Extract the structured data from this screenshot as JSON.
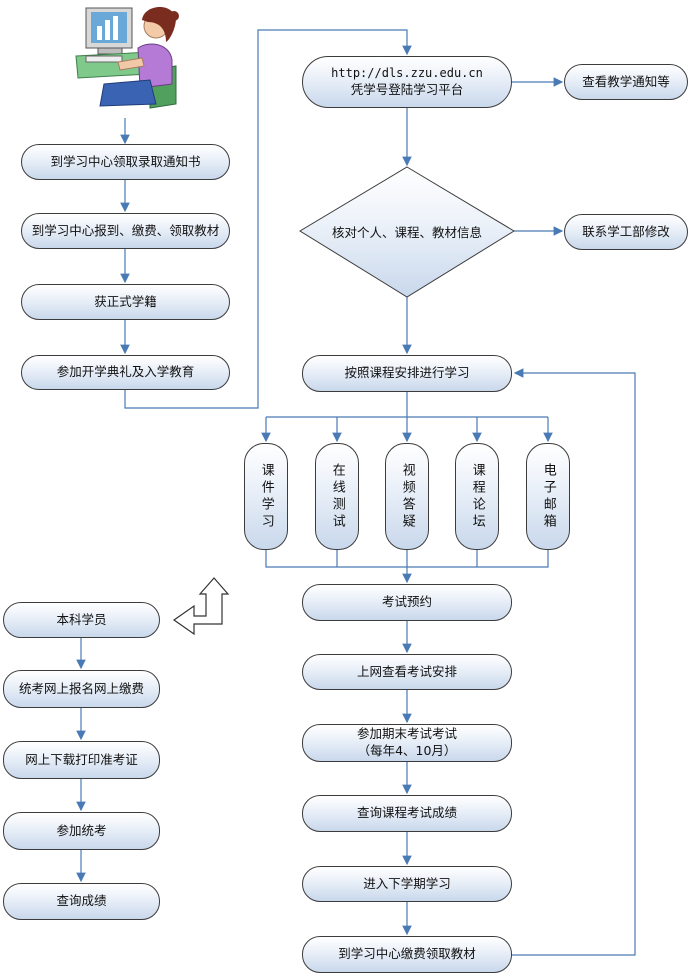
{
  "left_column": {
    "steps": [
      "到学习中心领取录取通知书",
      "到学习中心报到、缴费、领取教材",
      "获正式学籍",
      "参加开学典礼及入学教育"
    ]
  },
  "platform": {
    "url": "http://dls.zzu.edu.cn",
    "login": "凭学号登陆学习平台",
    "notice": "查看教学通知等"
  },
  "verify": {
    "label": "核对个人、课程、教材信息",
    "side": "联系学工部修改"
  },
  "study": "按照课程安排进行学习",
  "modes": [
    "课件学习",
    "在线测试",
    "视频答疑",
    "课程论坛",
    "电子邮箱"
  ],
  "main_flow": [
    "考试预约",
    "上网查看考试安排",
    "参加期末考试考试",
    "查询课程考试成绩",
    "进入下学期学习",
    "到学习中心缴费领取教材"
  ],
  "exam_note": "（每年4、10月）",
  "undergrad": {
    "steps": [
      "本科学员",
      "统考网上报名网上缴费",
      "网上下载打印准考证",
      "参加统考",
      "查询成绩"
    ]
  },
  "colors": {
    "line": "#4a7ab5",
    "border": "#3c3c3c",
    "fill_bottom": "#c9d8ec"
  }
}
